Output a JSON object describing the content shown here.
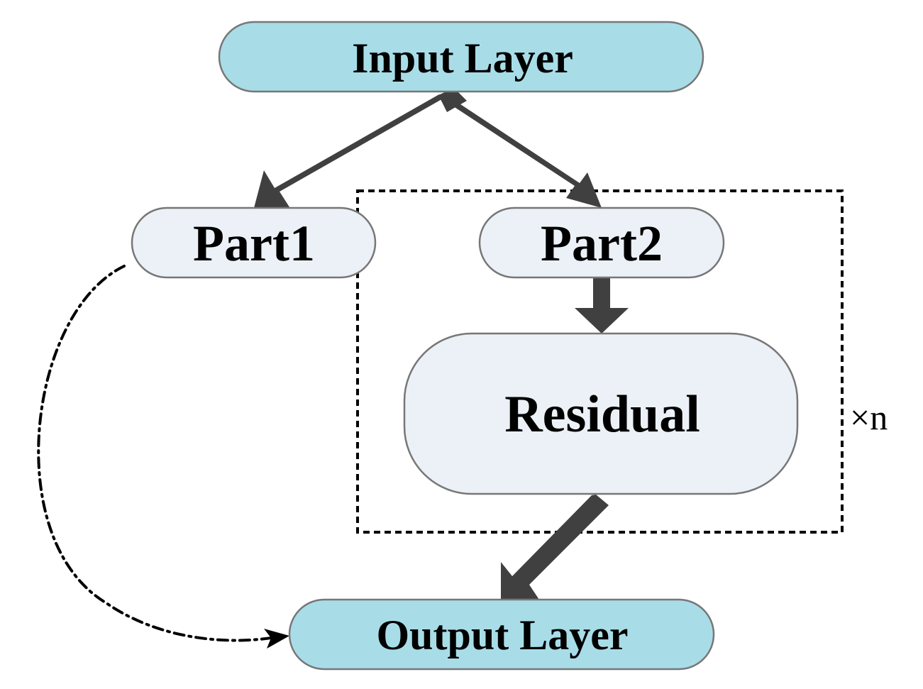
{
  "nodes": {
    "input_layer": "Input Layer",
    "part1": "Part1",
    "part2": "Part2",
    "residual": "Residual",
    "output_layer": "Output Layer"
  },
  "repeat_block": {
    "label": "×n"
  },
  "colors": {
    "layer_fill": "#a8dde8",
    "part_fill": "#ebf1f6",
    "node_stroke": "#777777",
    "arrow_fill": "#404040",
    "dashed_stroke": "#000000"
  }
}
